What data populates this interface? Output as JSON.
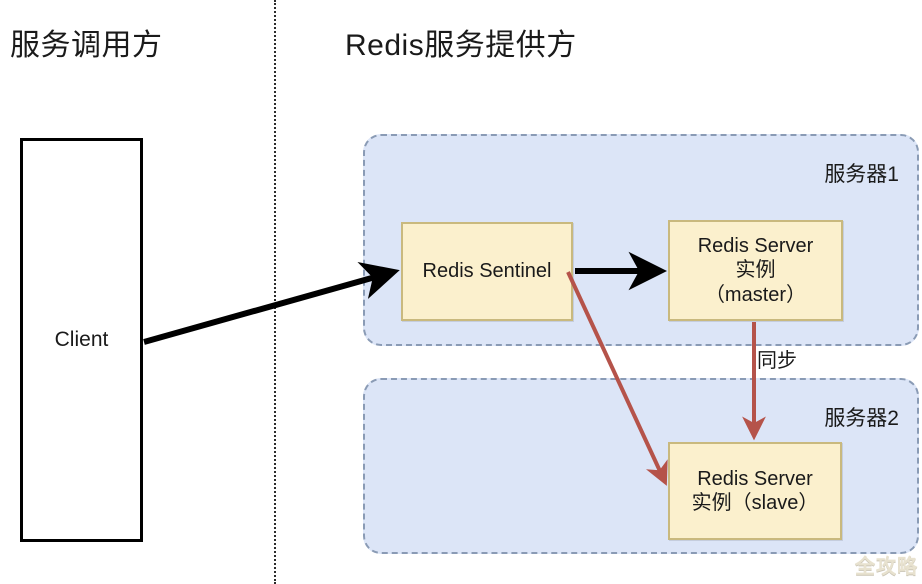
{
  "diagram": {
    "title_left": "服务调用方",
    "title_right": "Redis服务提供方",
    "client": {
      "label": "Client"
    },
    "servers": [
      {
        "caption": "服务器1"
      },
      {
        "caption": "服务器2"
      }
    ],
    "nodes": {
      "sentinel": {
        "line1": "Redis Sentinel"
      },
      "master": {
        "line1": "Redis Server",
        "line2": "实例",
        "line3": "（master）"
      },
      "slave": {
        "line1": "Redis Server",
        "line2": "实例（slave）"
      }
    },
    "edges": {
      "sync_label": "同步"
    },
    "watermark": "全攻略",
    "colors": {
      "container_fill": "#dce5f7",
      "container_border": "#8a9bb5",
      "node_fill": "#fbf0cd",
      "node_border": "#c9b97e",
      "black_arrow": "#000000",
      "red_arrow": "#b5534a",
      "text": "#1a1a1a"
    }
  }
}
